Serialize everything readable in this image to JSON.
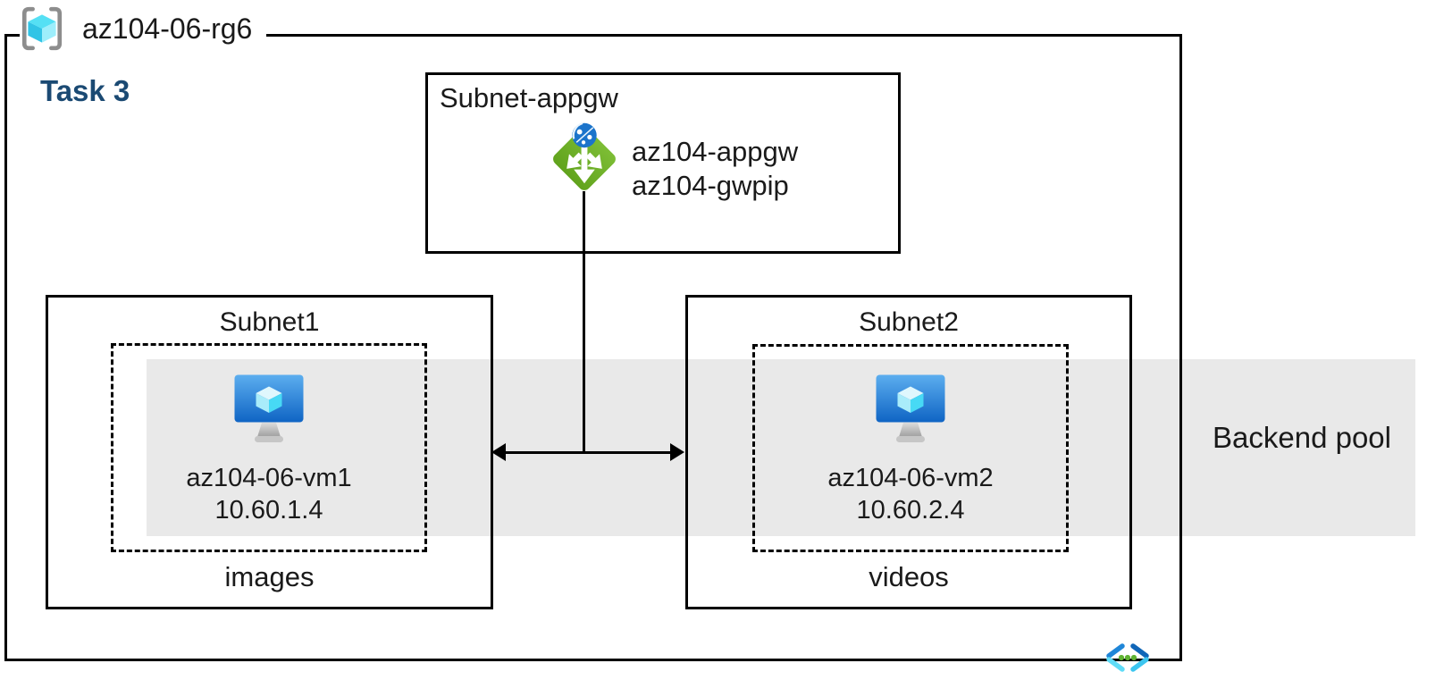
{
  "header": {
    "resource_group_name": "az104-06-rg6",
    "task_label": "Task 3"
  },
  "appgw_subnet": {
    "title": "Subnet-appgw",
    "gateway_name": "az104-appgw",
    "gateway_public_ip": "az104-gwpip"
  },
  "subnet1": {
    "title": "Subnet1",
    "vm_name": "az104-06-vm1",
    "vm_ip": "10.60.1.4",
    "container_label": "images"
  },
  "subnet2": {
    "title": "Subnet2",
    "vm_name": "az104-06-vm2",
    "vm_ip": "10.60.2.4",
    "container_label": "videos"
  },
  "backend_pool": {
    "label": "Backend pool"
  },
  "icons": {
    "resource_group": "resource-group-icon (gray brackets with cyan cube)",
    "application_gateway": "application-gateway-icon (green diamond, white arrows, blue globe)",
    "virtual_machine": "virtual-machine-icon (blue monitor with cyan cube)",
    "virtual_network": "virtual-network-icon (blue chevrons with green dots)"
  },
  "colors": {
    "border": "#000000",
    "task_label": "#1b4a73",
    "backend_band": "#e9e9e9",
    "appgw_green": "#6fb02a",
    "vm_blue": "#1268c8",
    "cube_cyan": "#50e6ff",
    "bracket_gray": "#8d8d8d",
    "vnet_blue": "#1f86d8",
    "vnet_cyan": "#5fdcf7",
    "vnet_dot_green": "#5fb232"
  }
}
